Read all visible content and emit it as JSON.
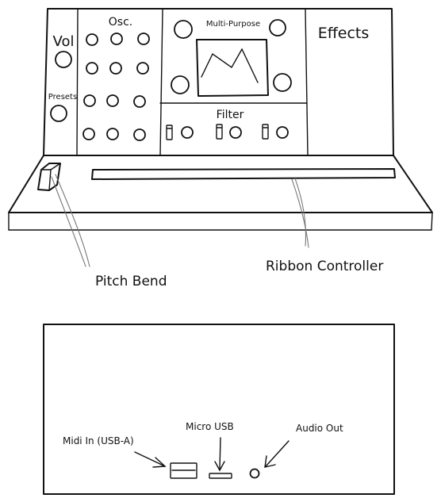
{
  "front_panel": {
    "vol_label": "Vol",
    "presets_label": "Presets",
    "osc_label": "Osc.",
    "multi_purpose_label": "Multi-Purpose",
    "filter_label": "Filter",
    "effects_label": "Effects"
  },
  "callouts": {
    "pitch_bend": "Pitch Bend",
    "ribbon_controller": "Ribbon Controller"
  },
  "rear_panel": {
    "midi_in": "Midi In (USB-A)",
    "micro_usb": "Micro USB",
    "audio_out": "Audio Out"
  }
}
